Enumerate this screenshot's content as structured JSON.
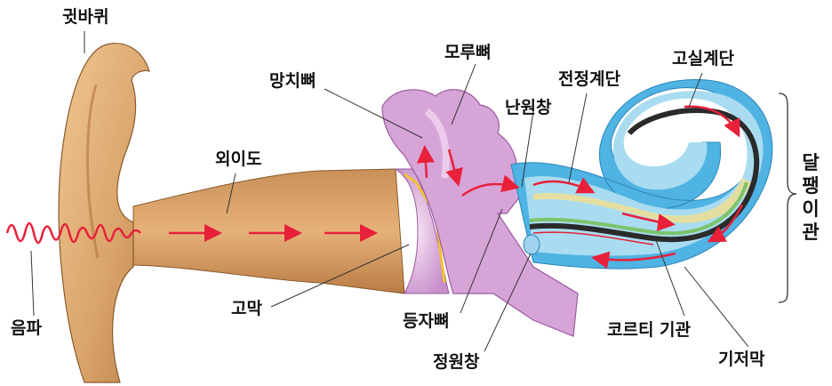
{
  "labels": {
    "auricle": "귓바퀴",
    "ear_canal": "외이도",
    "sound_wave": "음파",
    "eardrum": "고막",
    "malleus": "망치뼈",
    "incus": "모루뼈",
    "stapes": "등자뼈",
    "oval_window": "난원창",
    "round_window": "정원창",
    "scala_vestibuli": "전정계단",
    "scala_tympani": "고실계단",
    "cochlea": "달팽이관",
    "organ_of_corti": "코르티 기관",
    "basilar_membrane": "기저막"
  },
  "colors": {
    "ear_skin": "#d9a46a",
    "ossicles": "#d7a4d8",
    "cochlea_outer": "#4fb3e3",
    "cochlea_inner": "#a9dcf0",
    "basilar": "#2a2a2a",
    "organ": "#7cc36b",
    "arrows": "#e8203a"
  }
}
